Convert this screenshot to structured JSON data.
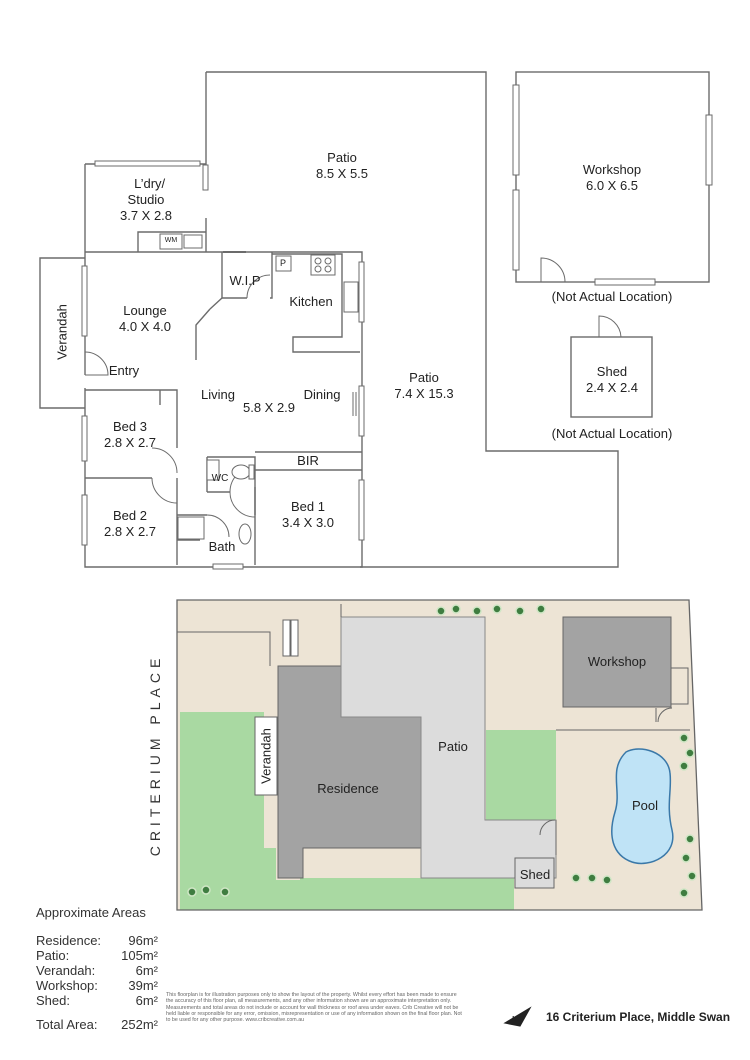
{
  "floor_plan": {
    "rooms": [
      {
        "id": "patio_top",
        "name": "Patio",
        "dims": "8.5 X 5.5"
      },
      {
        "id": "workshop",
        "name": "Workshop",
        "dims": "6.0 X 6.5"
      },
      {
        "id": "laundry",
        "name": "L’dry/\nStudio",
        "dims": "3.7 X 2.8"
      },
      {
        "id": "wip",
        "name": "W.I.P",
        "dims": ""
      },
      {
        "id": "kitchen",
        "name": "Kitchen",
        "dims": ""
      },
      {
        "id": "lounge",
        "name": "Lounge",
        "dims": "4.0 X 4.0"
      },
      {
        "id": "verandah",
        "name": "Verandah",
        "dims": ""
      },
      {
        "id": "entry",
        "name": "Entry",
        "dims": ""
      },
      {
        "id": "living",
        "name": "Living",
        "dims": ""
      },
      {
        "id": "dining",
        "name": "Dining",
        "dims": ""
      },
      {
        "id": "living_dims",
        "name": "",
        "dims": "5.8 X 2.9"
      },
      {
        "id": "patio_main",
        "name": "Patio",
        "dims": "7.4 X 15.3"
      },
      {
        "id": "shed",
        "name": "Shed",
        "dims": "2.4 X 2.4"
      },
      {
        "id": "bed3",
        "name": "Bed 3",
        "dims": "2.8 X 2.7"
      },
      {
        "id": "bir",
        "name": "BIR",
        "dims": ""
      },
      {
        "id": "wc",
        "name": "WC",
        "dims": ""
      },
      {
        "id": "bed1",
        "name": "Bed 1",
        "dims": "3.4 X 3.0"
      },
      {
        "id": "bed2",
        "name": "Bed 2",
        "dims": "2.8 X 2.7"
      },
      {
        "id": "bath",
        "name": "Bath",
        "dims": ""
      },
      {
        "id": "wm",
        "name": "WM",
        "dims": ""
      },
      {
        "id": "p",
        "name": "P",
        "dims": ""
      }
    ],
    "not_actual_location_1": "(Not Actual Location)",
    "not_actual_location_2": "(Not Actual Location)"
  },
  "site_plan": {
    "street": "CRITERIUM PLACE",
    "labels": {
      "workshop": "Workshop",
      "patio": "Patio",
      "residence": "Residence",
      "verandah": "Verandah",
      "pool": "Pool",
      "shed": "Shed"
    },
    "colors": {
      "lawn": "#a9d9a2",
      "paving": "#ede4d5",
      "residence": "#a3a3a3",
      "patio": "#dcdcdc",
      "pool": "#bfe3f6",
      "pool_stroke": "#3a78a8",
      "shrub": "#3f7d40"
    }
  },
  "areas": {
    "heading": "Approximate Areas",
    "items": [
      {
        "label": "Residence:",
        "value": "96m²"
      },
      {
        "label": "Patio:",
        "value": "105m²"
      },
      {
        "label": "Verandah:",
        "value": "6m²"
      },
      {
        "label": "Workshop:",
        "value": "39m²"
      },
      {
        "label": "Shed:",
        "value": "6m²"
      }
    ],
    "total_label": "Total Area:",
    "total_value": "252m²"
  },
  "disclaimer": "This floorplan is for illustration purposes only to show the layout of the property. Whilst every effort has been made to ensure the accuracy of this floor plan, all measurements, and any other information shown are an approximate interpretation only. Measurements and total areas do not include or account for wall thickness or roof area under eaves. Crib Creative will not be held liable or responsible for any error, omission, misrepresentation or use of any information shown on the final floor plan. Not to be used for any other purpose. www.cribcreative.com.au",
  "address": "16 Criterium Place, Middle Swan"
}
